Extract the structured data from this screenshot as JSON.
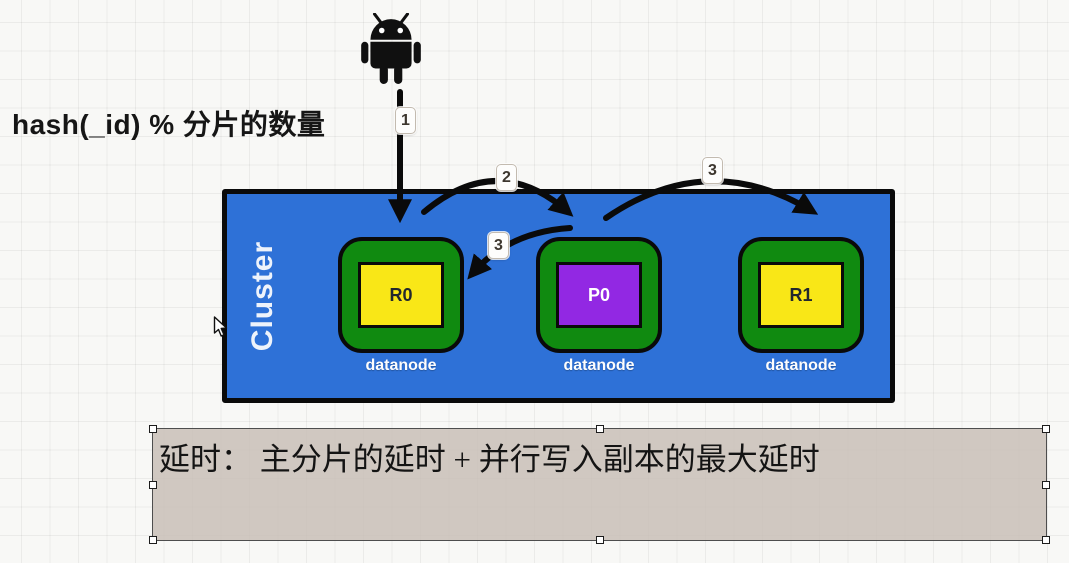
{
  "formula_label": {
    "text": "hash(_id) % 分片的数量"
  },
  "client": {
    "icon": "android-robot-icon"
  },
  "steps": {
    "step1": {
      "label": "1"
    },
    "step2": {
      "label": "2"
    },
    "step3_to_r1": {
      "label": "3"
    },
    "step3_to_r0": {
      "label": "3"
    }
  },
  "cluster": {
    "label": "Cluster",
    "nodes": [
      {
        "shard": "R0",
        "node_label": "datanode",
        "shard_bg": "#f9e717",
        "shard_fg": "#23282e"
      },
      {
        "shard": "P0",
        "node_label": "datanode",
        "shard_bg": "#9228e3",
        "shard_fg": "#ffffff"
      },
      {
        "shard": "R1",
        "node_label": "datanode",
        "shard_bg": "#f9e717",
        "shard_fg": "#23282e"
      }
    ]
  },
  "note": {
    "text": "延时： 主分片的延时 + 并行写入副本的最大延时"
  },
  "colors": {
    "cluster_bg": "#2e71d7",
    "node_bg": "#108a10",
    "replica_shard_bg": "#f9e717",
    "primary_shard_bg": "#9228e3",
    "arrow": "#0a0a0a",
    "note_bg": "#c9bfb7"
  }
}
